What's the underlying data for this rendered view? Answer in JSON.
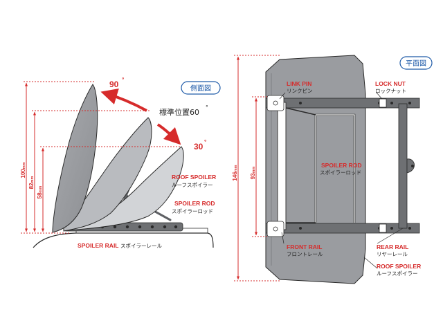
{
  "side_view": {
    "badge": "側面図",
    "angle_90": "90",
    "angle_60_label": "標準位置60",
    "angle_30": "30",
    "dim_100": "100",
    "dim_82": "82",
    "dim_58": "58",
    "dim_unit": "mm",
    "roof_spoiler_en": "ROOF SPOILER",
    "roof_spoiler_jp": "ルーフスポイラー",
    "spoiler_rod_en": "SPOILER ROD",
    "spoiler_rod_jp": "スポイラーロッド",
    "spoiler_rail_en": "SPOILER RAIL",
    "spoiler_rail_jp": "スポイラーレール"
  },
  "plan_view": {
    "badge": "平面図",
    "dim_146": "146",
    "dim_93": "93",
    "dim_unit": "mm",
    "link_pin_en": "LINK PIN",
    "link_pin_jp": "リンクピン",
    "lock_nut_en": "LOCK NUT",
    "lock_nut_jp": "ロックナット",
    "spoiler_rod_en": "SPOILER ROD",
    "spoiler_rod_jp": "スポイラーロッド",
    "front_rail_en": "FRONT RAIL",
    "front_rail_jp": "フロントレール",
    "rear_rail_en": "REAR RAIL",
    "rear_rail_jp": "リヤーレール",
    "roof_spoiler_en": "ROOF SPOILER",
    "roof_spoiler_jp": "ルーフスポイラー"
  },
  "colors": {
    "accent_red": "#d62b2b",
    "badge_blue": "#1e5aa8",
    "spoiler_gray": "#9a9ca0",
    "rail_dark": "#6e7073",
    "outline": "#2a2a2a"
  }
}
